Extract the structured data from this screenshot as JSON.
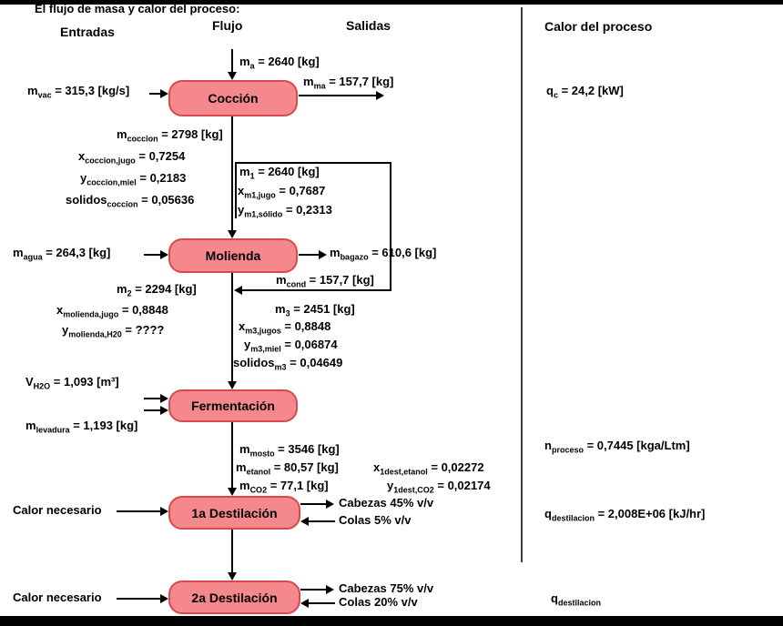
{
  "title": "El flujo de masa y calor del proceso:",
  "columns": {
    "entradas": "Entradas",
    "flujo": "Flujo",
    "salidas": "Salidas",
    "calor_proceso": "Calor del proceso"
  },
  "boxes": {
    "coccion": "Cocción",
    "molienda": "Molienda",
    "fermentacion": "Fermentación",
    "dest1": "1a Destilación",
    "dest2": "2a Destilación"
  },
  "labels": {
    "m_a": {
      "base": "m",
      "sub": "a",
      "rest": " = 2640 [kg]"
    },
    "m_vac": {
      "base": "m",
      "sub": "vac",
      "rest": " = 315,3 [kg/s]"
    },
    "m_ma": {
      "base": "m",
      "sub": "ma",
      "rest": " = 157,7 [kg]"
    },
    "q_c": {
      "base": "q",
      "sub": "c",
      "rest": " = 24,2 [kW]"
    },
    "m_coccion": {
      "base": "m",
      "sub": "coccion",
      "rest": " = 2798 [kg]"
    },
    "x_coccion_jugo": {
      "base": "x",
      "sub": "coccion,jugo",
      "rest": " = 0,7254"
    },
    "y_coccion_miel": {
      "base": "y",
      "sub": "coccion,miel",
      "rest": " = 0,2183"
    },
    "solidos_coccion": {
      "base": "solidos",
      "sub": "coccion",
      "rest": " = 0,05636"
    },
    "m_1": {
      "base": "m",
      "sub": "1",
      "rest": " = 2640 [kg]"
    },
    "x_m1_jugo": {
      "base": "x",
      "sub": "m1,jugo",
      "rest": " = 0,7687"
    },
    "y_m1_solido": {
      "base": "y",
      "sub": "m1,sólido",
      "rest": " = 0,2313"
    },
    "m_agua": {
      "base": "m",
      "sub": "agua",
      "rest": " = 264,3 [kg]"
    },
    "m_bagazo": {
      "base": "m",
      "sub": "bagazo",
      "rest": " = 610,6 [kg]"
    },
    "m_cond": {
      "base": "m",
      "sub": "cond",
      "rest": " = 157,7 [kg]"
    },
    "m_2": {
      "base": "m",
      "sub": "2",
      "rest": " = 2294 [kg]"
    },
    "x_molienda_jugo": {
      "base": "x",
      "sub": "molienda,jugo",
      "rest": " = 0,8848"
    },
    "y_molienda_h2o": {
      "base": "y",
      "sub": "molienda,H20",
      "rest": " = ????"
    },
    "m_3": {
      "base": "m",
      "sub": "3",
      "rest": " = 2451 [kg]"
    },
    "x_m3_jugos": {
      "base": "x",
      "sub": "m3,jugos",
      "rest": " = 0,8848"
    },
    "y_m3_miel": {
      "base": "y",
      "sub": "m3,miel",
      "rest": " = 0,06874"
    },
    "solidos_m3": {
      "base": "solidos",
      "sub": "m3",
      "rest": " = 0,04649"
    },
    "v_h2o": {
      "base": "V",
      "sub": "H2O",
      "rest": " = 1,093 [m³]"
    },
    "m_levadura": {
      "base": "m",
      "sub": "levadura",
      "rest": " = 1,193 [kg]"
    },
    "n_proceso": {
      "base": "n",
      "sub": "proceso",
      "rest": " = 0,7445 [kga/Ltm]"
    },
    "m_mosto": {
      "base": "m",
      "sub": "mosto",
      "rest": " = 3546 [kg]"
    },
    "m_etanol": {
      "base": "m",
      "sub": "etanol",
      "rest": " = 80,57 [kg]"
    },
    "x_1dest_etanol": {
      "base": "x",
      "sub": "1dest,etanol",
      "rest": " = 0,02272"
    },
    "m_co2": {
      "base": "m",
      "sub": "CO2",
      "rest": " = 77,1 [kg]"
    },
    "y_1dest_co2": {
      "base": "y",
      "sub": "1dest,CO2",
      "rest": " = 0,02174"
    },
    "calor_necesario_1": "Calor necesario",
    "cabezas_45": "Cabezas 45% v/v",
    "colas_5": "Colas 5% v/v",
    "q_dest1": {
      "base": "q",
      "sub": "destilacion",
      "rest": " = 2,008E+06 [kJ/hr]"
    },
    "calor_necesario_2": "Calor necesario",
    "cabezas_75": "Cabezas 75% v/v",
    "colas_20": "Colas 20% v/v",
    "q_dest2": {
      "base": "q",
      "sub": "destilacion",
      "rest": ""
    }
  },
  "colors": {
    "box_fill": "#F5888C",
    "box_border": "#D9484C",
    "line": "#000000",
    "divider": "#3B3B3B",
    "frame": "#000000"
  }
}
